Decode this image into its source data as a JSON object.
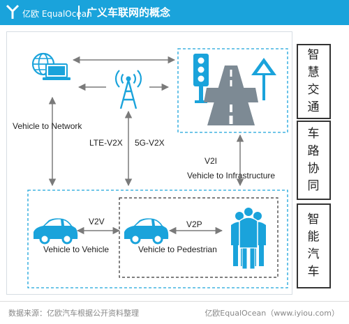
{
  "header": {
    "logo_text": "亿欧 EqualOcean",
    "title": "广义车联网的概念"
  },
  "side_panels": [
    {
      "text": "智慧交通",
      "chars": [
        "智",
        "慧",
        "交",
        "通"
      ]
    },
    {
      "text": "车路协同",
      "chars": [
        "车",
        "路",
        "协",
        "同"
      ]
    },
    {
      "text": "智能汽车",
      "chars": [
        "智",
        "能",
        "汽",
        "车"
      ]
    }
  ],
  "labels": {
    "vehicle_to_network": "Vehicle to Network",
    "lte_v2x": "LTE-V2X",
    "g5_v2x": "5G-V2X",
    "v2i": "V2I",
    "vehicle_to_infrastructure": "Vehicle to Infrastructure",
    "v2v": "V2V",
    "vehicle_to_vehicle": "Vehicle to Vehicle",
    "v2p": "V2P",
    "vehicle_to_pedestrian": "Vehicle to Pedestrian"
  },
  "footer": {
    "source": "数据来源：亿欧汽车根据公开资料整理",
    "brand": "亿欧EqualOcean（www.iyiou.com）"
  },
  "colors": {
    "header_bg": "#1aa3db",
    "accent_blue": "#1aa3db",
    "arrow_gray": "#7a7a7a"
  },
  "icons": [
    "globe-laptop-icon",
    "signal-tower-icon",
    "traffic-light-icon",
    "road-icon",
    "warning-sign-icon",
    "car-icon",
    "pedestrians-icon"
  ]
}
